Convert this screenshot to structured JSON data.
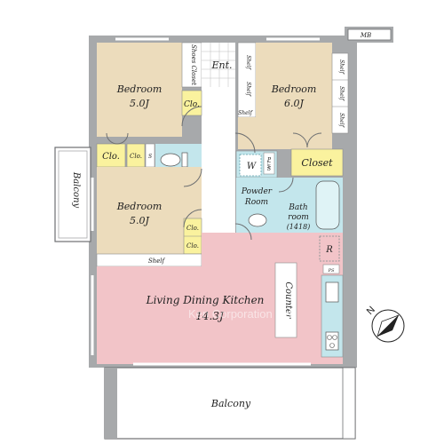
{
  "labels": {
    "mb": "MB",
    "shoes_closet": "Shoes Closet",
    "ent": "Ent.",
    "bedroom_nw_name": "Bedroom",
    "bedroom_nw_size": "5.0J",
    "bedroom_ne_name": "Bedroom",
    "bedroom_ne_size": "6.0J",
    "bedroom_w_name": "Bedroom",
    "bedroom_w_size": "5.0J",
    "clo": "Clo.",
    "closet": "Closet",
    "shelf": "Shelf",
    "lin": "Lin.",
    "w": "W",
    "s": "S",
    "p": "P",
    "powder_room_line1": "Powder",
    "powder_room_line2": "Room",
    "bath_line1": "Bath",
    "bath_line2": "room",
    "bath_line3": "(1418)",
    "balcony": "Balcony",
    "ldk_name": "Living Dining Kitchen",
    "ldk_size": "14.3J",
    "counter": "Counter",
    "r": "R",
    "ps": "PS",
    "north": "N",
    "watermark": "Ken Corporation Ltd."
  },
  "colors": {
    "bedroom": "#ecdcbc",
    "ldk": "#f2c4c8",
    "wet": "#c3e6ec",
    "closet": "#faf29e",
    "wall": "#a7a9ab",
    "floor_white": "#ffffff"
  }
}
